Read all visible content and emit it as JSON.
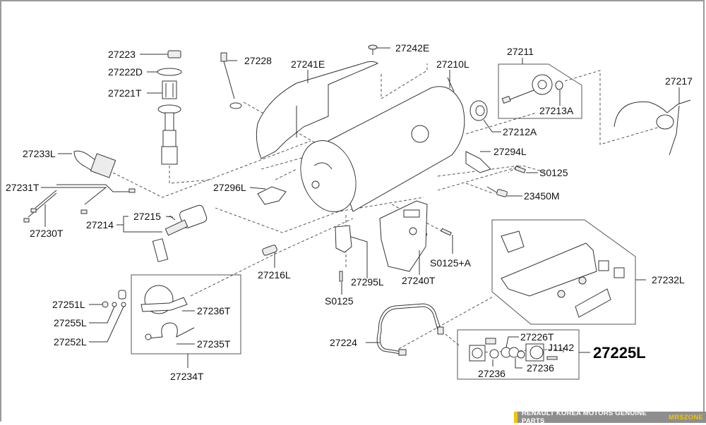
{
  "diagram": {
    "title_part": "27225L",
    "labels": {
      "p27223": "27223",
      "p27222D": "27222D",
      "p27221T": "27221T",
      "p27228": "27228",
      "p27241E": "27241E",
      "p27242E": "27242E",
      "p27210L": "27210L",
      "p27211": "27211",
      "p27213A": "27213A",
      "p27217": "27217",
      "p27212A": "27212A",
      "p27294L": "27294L",
      "pS0125_right": "S0125",
      "p23450M": "23450M",
      "p27233L": "27233L",
      "p27231T": "27231T",
      "p27230T": "27230T",
      "p27296L": "27296L",
      "p27215": "27215",
      "p27214": "27214",
      "p27216L": "27216L",
      "p27295L": "27295L",
      "pS0125_bottom": "S0125",
      "p27240T": "27240T",
      "pS0125A": "S0125+A",
      "p27232L": "27232L",
      "p27251L": "27251L",
      "p27255L": "27255L",
      "p27252L": "27252L",
      "p27236T": "27236T",
      "p27235T": "27235T",
      "p27234T": "27234T",
      "p27224": "27224",
      "p27226T": "27226T",
      "pJ1142": "J1142",
      "p27236_left": "27236",
      "p27236_right": "27236"
    }
  },
  "footer": {
    "text": "RENAULT KOREA MOTORS GENUINE PARTS",
    "brand": "MRSZONE",
    "accent_color": "#f2c500"
  }
}
